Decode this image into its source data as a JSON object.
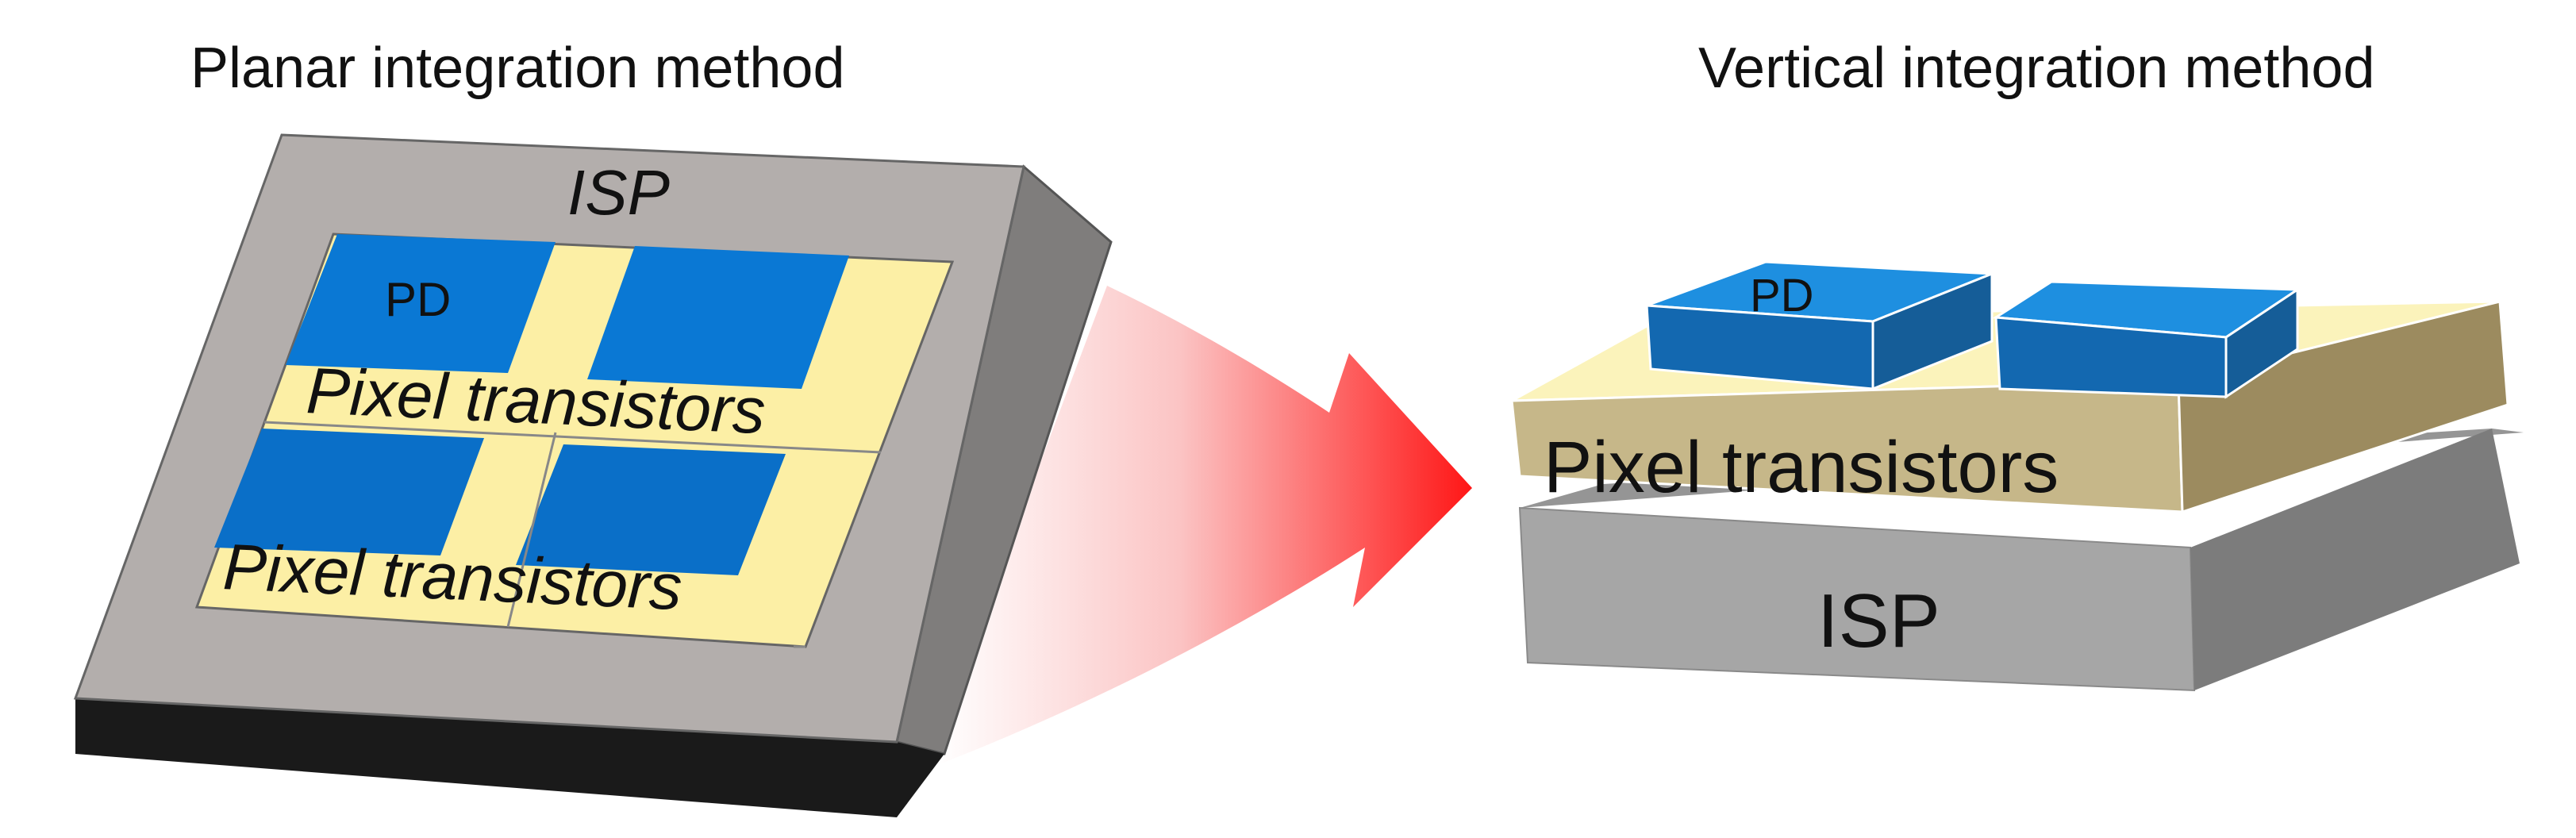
{
  "headings": {
    "planar": "Planar integration method",
    "vertical": "Vertical integration method"
  },
  "planar": {
    "isp_label": "ISP",
    "pd_label": "PD",
    "transistor_row_1": "Pixel transistors",
    "transistor_row_2": "Pixel transistors"
  },
  "vertical": {
    "pd_label": "PD",
    "transistor_layer": "Pixel transistors",
    "isp_layer": "ISP"
  },
  "colors": {
    "isp_top": "#b3aeac",
    "isp_side_right": "#7f7d7c",
    "isp_side_front": "#1a1a1a",
    "transistor_fill": "#fcefa5",
    "pd_blue": "#0a78d4",
    "arrow": "#ff1a1a",
    "vertical_isp_top": "#959595",
    "vertical_isp_front": "#a6a6a6",
    "vertical_isp_side": "#7c7c7c",
    "vertical_tr_top": "#fbf3bb",
    "vertical_tr_front": "#c6b789",
    "vertical_tr_side": "#9c8b5f",
    "vertical_pd_top": "#1e8fe0",
    "vertical_pd_front": "#1368b0",
    "vertical_pd_side": "#155d98"
  }
}
